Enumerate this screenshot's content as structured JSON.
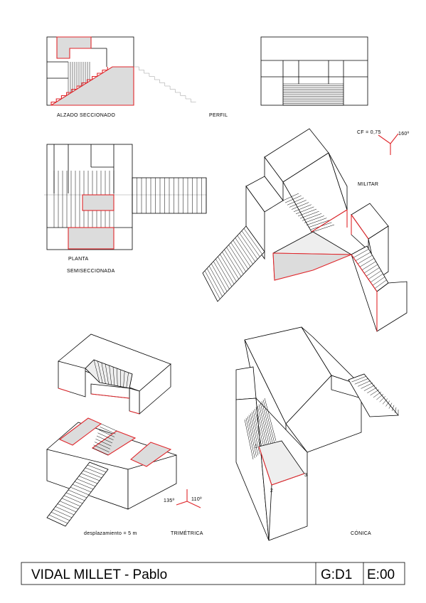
{
  "labels": {
    "alzado": "ALZADO SECCIONADO",
    "perfil": "PERFIL",
    "planta_1": "PLANTA",
    "planta_2": "SEMISECCIONADA",
    "militar": "MILITAR",
    "cf": "CF = 0,75",
    "militar_angle": "160º",
    "trimetrica": "TRIMÉTRICA",
    "tri_angle_a": "135º",
    "tri_angle_b": "110º",
    "desplazamiento": "desplazamiento = 5 m",
    "conica": "CÓNICA",
    "pt1": "1",
    "pt2": "2",
    "pt3": "3"
  },
  "title_block": {
    "name": "VIDAL  MILLET - Pablo",
    "group": "G:D1",
    "exercise": "E:00"
  },
  "colors": {
    "section_red": "#e0262b",
    "section_fill": "#dcdcdc"
  }
}
